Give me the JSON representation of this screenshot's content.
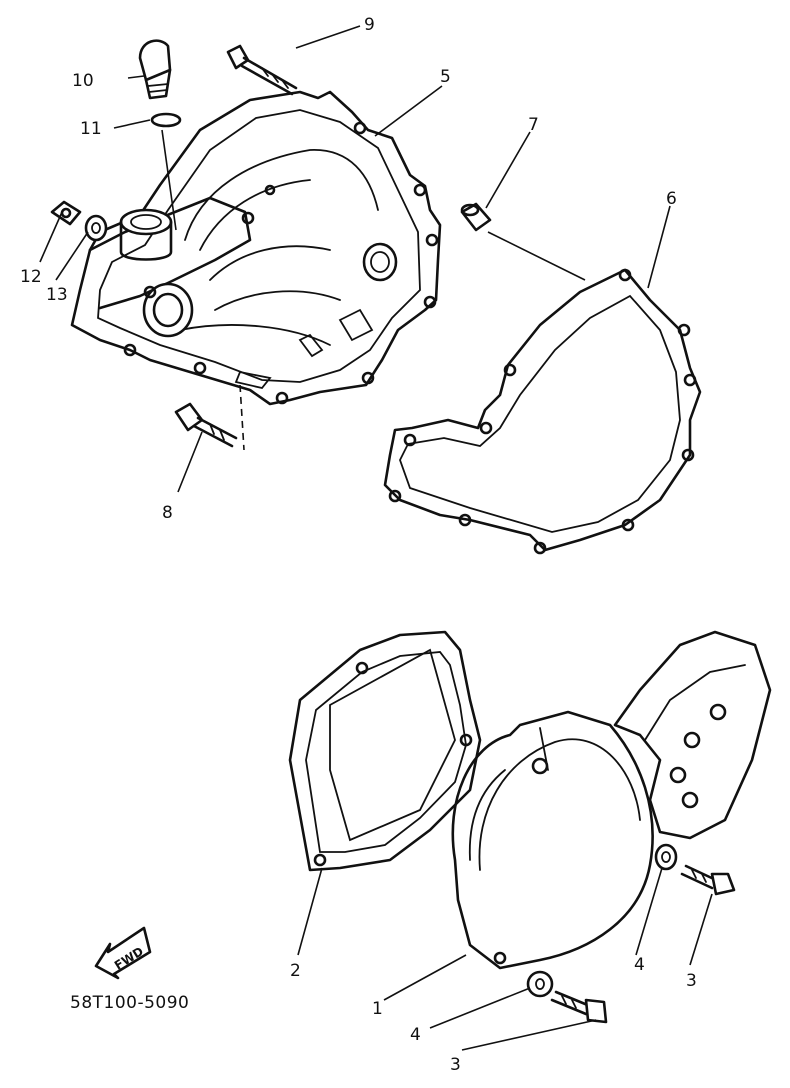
{
  "callouts": {
    "c1": "1",
    "c2": "2",
    "c3a": "3",
    "c3b": "3",
    "c4a": "4",
    "c4b": "4",
    "c5": "5",
    "c6": "6",
    "c7": "7",
    "c8": "8",
    "c9": "9",
    "c10": "10",
    "c11": "11",
    "c12": "12",
    "c13": "13"
  },
  "fwd_label": "FWD",
  "part_code": "58T100-5090"
}
